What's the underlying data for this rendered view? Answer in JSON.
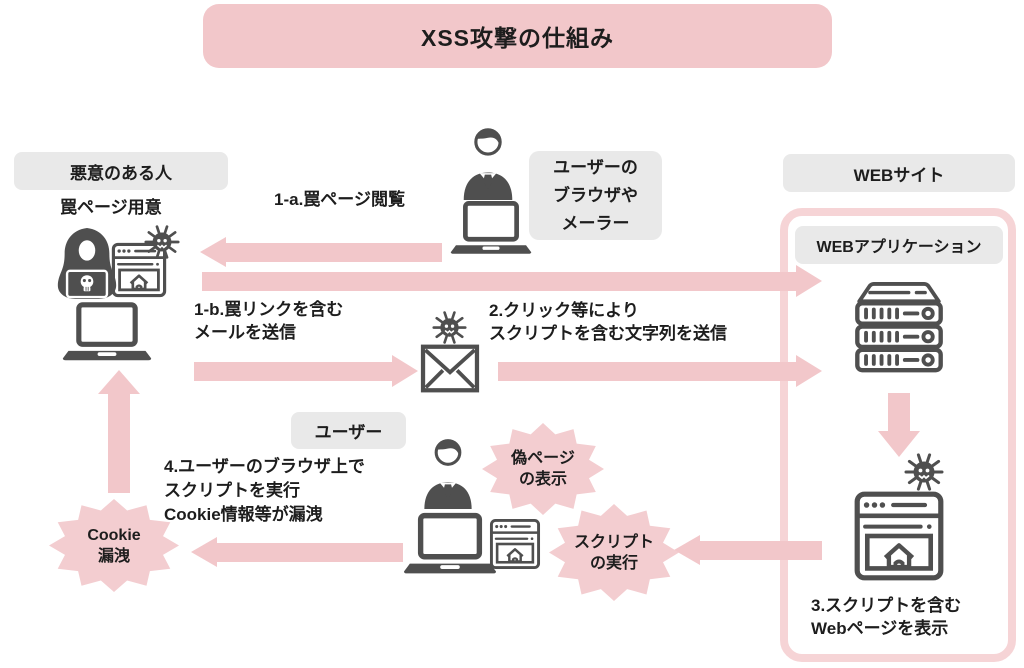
{
  "title": "XSS攻撃の仕組み",
  "labels": {
    "attacker": "悪意のある人",
    "website": "WEBサイト",
    "webapp": "WEBアプリケーション",
    "user": "ユーザー",
    "user_browser_mailer": {
      "line1": "ユーザーの",
      "line2": "ブラウザや",
      "line3": "メーラー"
    }
  },
  "annotations": {
    "trap_page": "罠ページ用意",
    "step1a": "1-a.罠ページ閲覧",
    "step1b": {
      "line1": "1-b.罠リンクを含む",
      "line2": "メールを送信"
    },
    "step2": {
      "line1": "2.クリック等により",
      "line2": "スクリプトを含む文字列を送信"
    },
    "step3": {
      "line1": "3.スクリプトを含む",
      "line2": "Webページを表示"
    },
    "step4": {
      "line1": "4.ユーザーのブラウザ上で",
      "line2": "スクリプトを実行",
      "line3": "Cookie情報等が漏洩"
    }
  },
  "bursts": {
    "fake_page": {
      "line1": "偽ページ",
      "line2": "の表示"
    },
    "script_exec": {
      "line1": "スクリプト",
      "line2": "の実行"
    },
    "cookie_leak": {
      "line1": "Cookie",
      "line2": "漏洩"
    }
  },
  "icons": {
    "hacker": "hooded-hacker-with-skull-laptop",
    "trap_browser": "browser-window-with-house",
    "virus": "virus-bug-spiky-ball",
    "laptop": "laptop-computer",
    "user_person": "businessman-bust",
    "mail": "envelope",
    "server": "server-rack-3u",
    "infected_browser": "browser-window-with-house-and-virus"
  },
  "colors": {
    "pink": "#f2c7ca",
    "pink_light": "#f3cdd0",
    "box_border": "#f6d4d6",
    "label_bg": "#e9e9e9",
    "icon": "#4f4f4f",
    "text": "#1d1d1d"
  }
}
